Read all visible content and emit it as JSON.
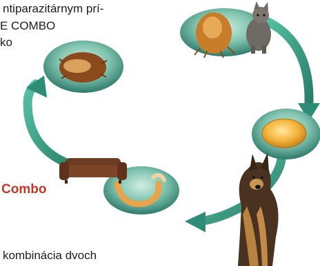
{
  "text_lines": [
    "ntiparazitárnym  prí-",
    "E COMBO",
    "ko"
  ],
  "section_heading": "Combo",
  "bottom_text": "kombinácia dvoch",
  "colors": {
    "arrow": "#2f8c76",
    "arrow_light": "#4bb69a",
    "oval_dark": "#2f7a6c",
    "oval_light": "#a9d8c8",
    "heading": "#c0392b"
  },
  "icons": [
    "flea-adult-icon",
    "cat-icon",
    "flea-egg-icon",
    "dog-icon",
    "flea-larva-icon",
    "flea-pupa-icon",
    "sofa-icon"
  ]
}
